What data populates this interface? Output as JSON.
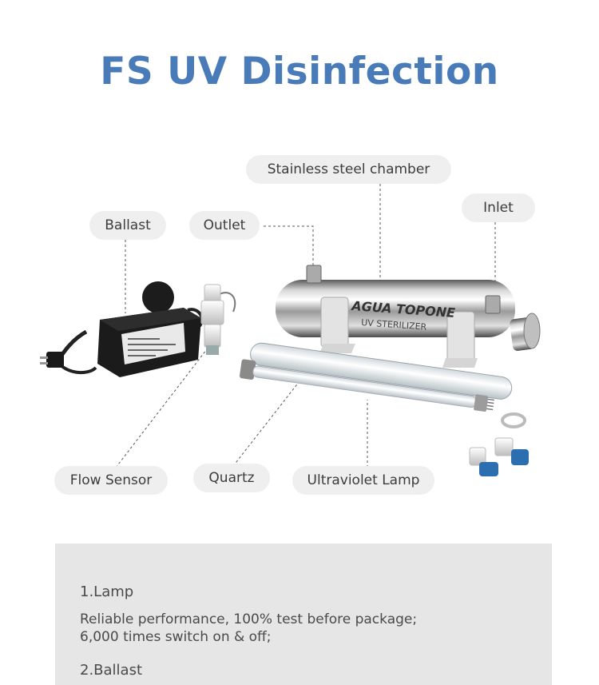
{
  "title": "FS UV Disinfection",
  "labels": {
    "ballast": "Ballast",
    "outlet": "Outlet",
    "chamber": "Stainless steel chamber",
    "inlet": "Inlet",
    "flow_sensor": "Flow Sensor",
    "quartz": "Quartz",
    "lamp": "Ultraviolet Lamp"
  },
  "product_print": {
    "brand": "AGUA TOPONE",
    "model": "UV STERILIZER"
  },
  "features": [
    {
      "heading": "1.Lamp",
      "lines": [
        "Reliable performance, 100% test before package;",
        "6,000 times switch on & off;"
      ]
    },
    {
      "heading": "2.Ballast",
      "lines": []
    }
  ],
  "colors": {
    "title": "#4a7bb9",
    "pill_bg": "#efefef",
    "panel_bg": "#e6e6e6",
    "text": "#4a4a4a"
  }
}
